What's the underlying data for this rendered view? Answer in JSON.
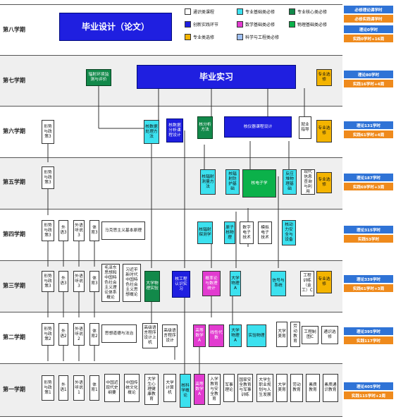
{
  "semesters": [
    "第八学期",
    "第七学期",
    "第六学期",
    "第五学期",
    "第四学期",
    "第三学期",
    "第二学期",
    "第一学期"
  ],
  "legend": {
    "general": "通识类课程",
    "major_basic_required": "专业基础类必修",
    "major_core_required": "专业核心类必修",
    "practice": "创新实践环节",
    "math_basic_required": "数学基础类必修",
    "physics_basic_required": "物理基础类必修",
    "major_elective": "专业类选修",
    "science_eng_required": "科学与工程类必修",
    "theory_hours": "必修理论课学时",
    "practice_hours": "必修实践课学时"
  },
  "credits": {
    "s8": {
      "theory": "理论0学时",
      "practice": "实践0学时+16周"
    },
    "s7": {
      "theory": "理论80学时",
      "practice": "实践16学时+4周"
    },
    "s6": {
      "theory": "理论131学时",
      "practice": "实践61学时+4周"
    },
    "s5": {
      "theory": "理论187学时",
      "practice": "实践69学时+3周"
    },
    "s4": {
      "theory": "理论315学时",
      "practice": "实践53学时"
    },
    "s3": {
      "theory": "理论339学时",
      "practice": "实践61学时+3周"
    },
    "s2": {
      "theory": "理论395学时",
      "practice": "实践117学时"
    },
    "s1": {
      "theory": "理论405学时",
      "practice": "实践115学时+2周"
    }
  },
  "courses": {
    "thesis": "毕业设计（论文）",
    "internship": "毕业实习",
    "env_monitor": "辐射环境监测与评价",
    "elective": "专业选修",
    "s6_meas": "核数据处理方法",
    "s6_nucdata": "核数据分析课程设计",
    "s6_reactor": "核分析方法",
    "s6_design": "核仪器课程设计",
    "s6_career": "就业指导",
    "s5_shield": "核辐射测量方法",
    "s5_protect": "核辐射防护基础",
    "s5_electronics": "核电子学",
    "s5_reactor": "反应堆物理基础",
    "s5_modern": "现代信息查询与利用",
    "s4_physics": "核辐射探测学",
    "s4_atomic": "原子核物理",
    "s4_digital": "数字电子技术",
    "s4_analog": "模拟电子技术",
    "s4_power": "核动力安全与设备",
    "s4_marx": "马克思主义基本原理",
    "s3_pe": "体育3",
    "s3_fl_listen": "外语听说3",
    "s3_fl": "外语3",
    "s3_policy": "形势与政策3",
    "s3_mao": "毛泽东思想和中国特色社会主义理论体系概论",
    "s3_xi": "习近平新时代中国特色社会主义思想概论",
    "s3_physics_exp": "大学物理实验",
    "s3_nuc_eng": "核工程认识实习",
    "s3_prob": "概率论与数理统计",
    "s3_univ_phys": "大学物理A",
    "s3_signal": "信号与系统",
    "s3_workshop": "工程训练（金工）C",
    "s2_policy": "形势与政策2",
    "s2_fl": "外语2",
    "s2_fl_listen": "外语听说2",
    "s2_pe": "体育2",
    "s2_ethics": "思想道德与法治",
    "s2_prog": "高级语言程序设计上机",
    "s2_prog_c": "高级语言程序设计",
    "s2_math": "高等数学A",
    "s2_linear": "线性代数",
    "s2_univ_phys": "大学物理A",
    "s2_phys_exp": "实验物理",
    "s2_art": "大学美育",
    "s2_work": "工程制图C",
    "s2_general_elec": "通识选修",
    "s1_policy": "形势与政策1",
    "s1_fl": "外语1",
    "s1_fl_listen": "外语听说1",
    "s1_pe": "体育1",
    "s1_history": "中国近现代史纲要",
    "s1_culture": "中国传统文化概论",
    "s1_psych": "大学生心理健康教育",
    "s1_computer": "大学计算机",
    "s1_nuc_intro": "核科学概论",
    "s1_math": "高等数学A",
    "s1_safety": "入学教育与安全教育",
    "s1_military": "军事理论",
    "s1_defense": "国家安全教育与军事训练",
    "s1_career": "大学生职业规划与人生发展",
    "s1_art": "大学美育",
    "s1_labor": "劳动教育",
    "s1_quality": "素质教育",
    "s1_general": "素质通识教育"
  },
  "colors": {
    "blue": "#1f1fe0",
    "green": "#12894a",
    "cyan": "#3ce1ef",
    "magenta": "#e23bd0",
    "orange": "#f4b400",
    "bright_green": "#0bb14a",
    "light_blue": "#9fc0f2",
    "credit_blue": "#2f73d6",
    "credit_orange": "#ef8a1c"
  }
}
